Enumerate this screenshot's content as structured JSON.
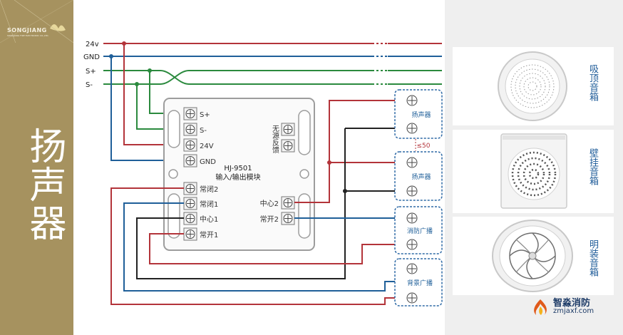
{
  "brand": {
    "name": "SONGJIANG",
    "subtitle": "SONGJIANG FIRE ELECTRONIC CO.,LTD."
  },
  "sidebar": {
    "title": "扬声器"
  },
  "bus_labels": [
    "24v",
    "GND",
    "S+",
    "S-"
  ],
  "module": {
    "model": "HJ-9501",
    "name": "输入/输出模块",
    "left_terminals": [
      "S+",
      "S-",
      "24V",
      "GND"
    ],
    "passive_feedback": "无源反馈",
    "output_left_terminals": [
      "常闭2",
      "常闭1",
      "中心1",
      "常开1"
    ],
    "output_right_terminals": [
      "中心2",
      "常开2"
    ]
  },
  "devices": [
    {
      "label": "扬声器"
    },
    {
      "label": "扬声器"
    },
    {
      "label": "消防广播"
    },
    {
      "label": "背景广播"
    }
  ],
  "distance_note": "≤50",
  "speakers": [
    {
      "label": "吸顶音箱",
      "icon": "ceiling-speaker-icon"
    },
    {
      "label": "壁挂音箱",
      "icon": "wall-speaker-icon"
    },
    {
      "label": "明装音箱",
      "icon": "surface-speaker-icon"
    }
  ],
  "logo": {
    "name": "智淼消防",
    "url": "zmjaxf.com"
  },
  "colors": {
    "sidebar": "#a6925f",
    "wire_red": "#b3343a",
    "wire_blue": "#1f5f99",
    "wire_green": "#2b8a3e",
    "wire_black": "#222222",
    "dashed_box": "#2f6aa6"
  }
}
